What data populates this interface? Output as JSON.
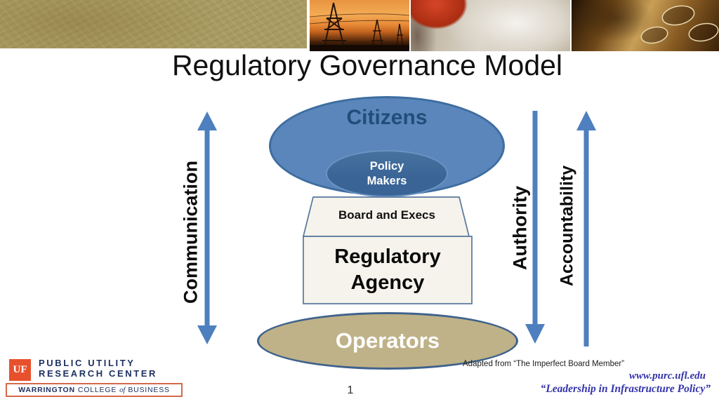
{
  "slide": {
    "title": "Regulatory Governance Model",
    "page_number": "1"
  },
  "diagram": {
    "citizens_label": "Citizens",
    "policy_makers_label": "Policy Makers",
    "board_label": "Board and Execs",
    "agency_label": "Regulatory Agency",
    "operators_label": "Operators",
    "left_arrow_label": "Communication",
    "authority_arrow_label": "Authority",
    "accountability_arrow_label": "Accountability",
    "credit": "Adapted from “The Imperfect Board Member”"
  },
  "footer": {
    "logo": {
      "uf_monogram": "UF",
      "org_line1": "PUBLIC UTILITY",
      "org_line2": "RESEARCH CENTER",
      "college_bold": "WARRINGTON",
      "college_word1": "COLLEGE",
      "college_of": "of",
      "college_word2": "BUSINESS"
    },
    "website": "www.purc.ufl.edu",
    "tagline": "“Leadership in Infrastructure Policy”"
  },
  "colors": {
    "arrow_blue": "#4e7fbe",
    "citizens_fill": "#5b86bb",
    "citizens_stroke": "#3e6da0",
    "citizens_text": "#1f4e79",
    "policy_fill": "#3a6496",
    "operators_fill": "#bfb288",
    "box_fill": "#f5f3eb",
    "box_stroke": "#56779f",
    "logo_orange": "#e8502d",
    "logo_navy": "#1e3161",
    "url_blue": "#3333aa",
    "banner_tan": "#a99b63"
  }
}
